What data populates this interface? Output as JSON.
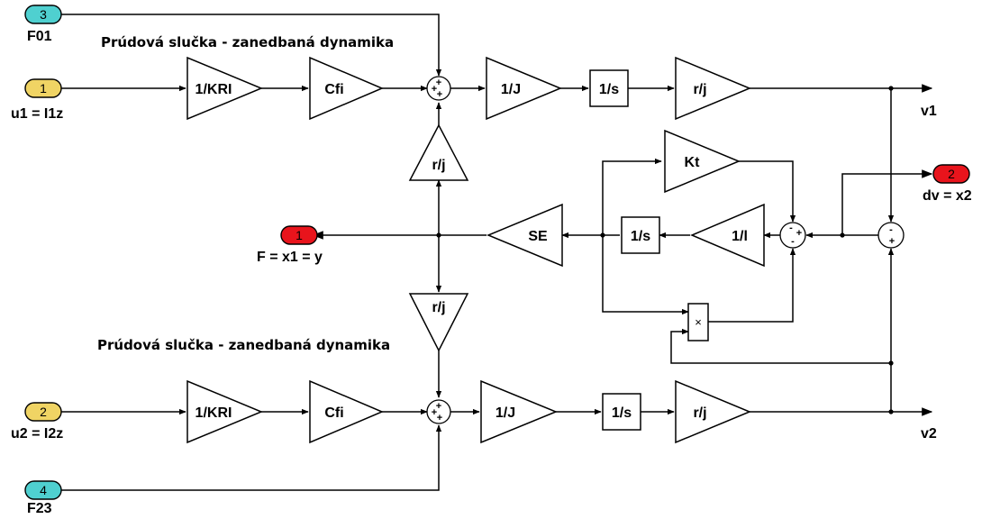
{
  "titles": {
    "top": "Prúdová slučka - zanedbaná dynamika",
    "bottom": "Prúdová slučka - zanedbaná dynamika"
  },
  "ports": {
    "in1_num": "1",
    "in1_label": "u1 = I1z",
    "in2_num": "2",
    "in2_label": "u2 = I2z",
    "in3_num": "3",
    "in3_label": "F01",
    "in4_num": "4",
    "in4_label": "F23",
    "out1_num": "1",
    "out1_label": "F = x1 = y",
    "out2_num": "2",
    "out2_label": "dv = x2"
  },
  "blocks": {
    "gain_kri": "1/KRI",
    "gain_cfi": "Cfi",
    "gain_j": "1/J",
    "integrator": "1/s",
    "gain_rj": "r/j",
    "gain_kt": "Kt",
    "gain_se": "SE",
    "gain_1l": "1/l",
    "product": "×"
  },
  "signals": {
    "v1": "v1",
    "v2": "v2"
  },
  "signs": {
    "plus": "+",
    "minus": "-"
  },
  "colors": {
    "input_port": "#f0d464",
    "disturbance_port": "#4fd0d0",
    "output_port": "#e8141c"
  }
}
